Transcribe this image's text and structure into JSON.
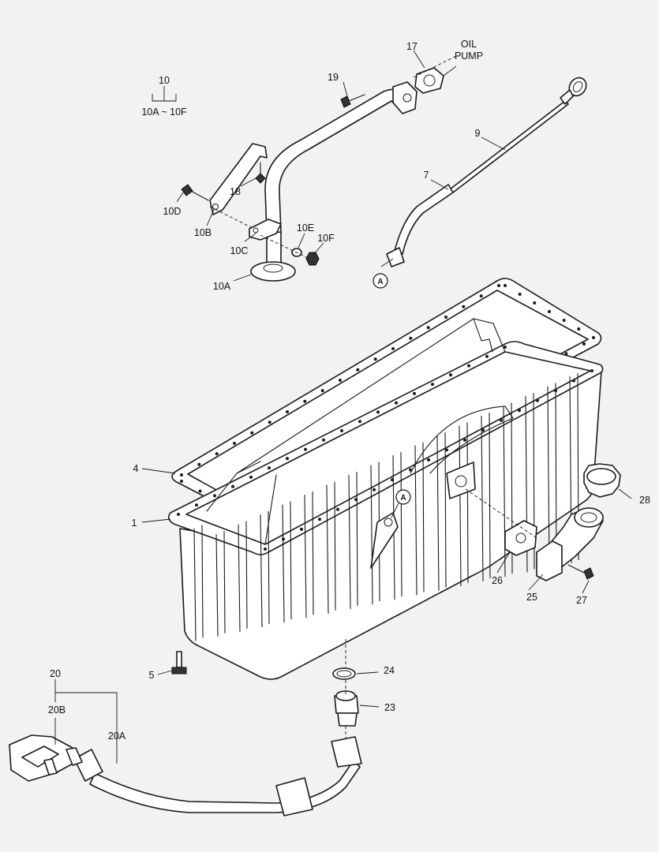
{
  "diagram": {
    "labels": {
      "p10": "10",
      "p10_range": "10A ~ 10F",
      "p17": "17",
      "oil_pump": [
        "OIL",
        "PUMP"
      ],
      "p19": "19",
      "p9": "9",
      "p7": "7",
      "p18": "18",
      "p10d": "10D",
      "p10b": "10B",
      "p10c": "10C",
      "p10e": "10E",
      "p10f": "10F",
      "p10a": "10A",
      "p4": "4",
      "p1": "1",
      "p28": "28",
      "p26": "26",
      "p25": "25",
      "p27": "27",
      "p5": "5",
      "p20": "20",
      "p20b": "20B",
      "p20a": "20A",
      "p24": "24",
      "p23": "23"
    },
    "markers": {
      "a_top": "A",
      "a_pan": "A"
    }
  }
}
